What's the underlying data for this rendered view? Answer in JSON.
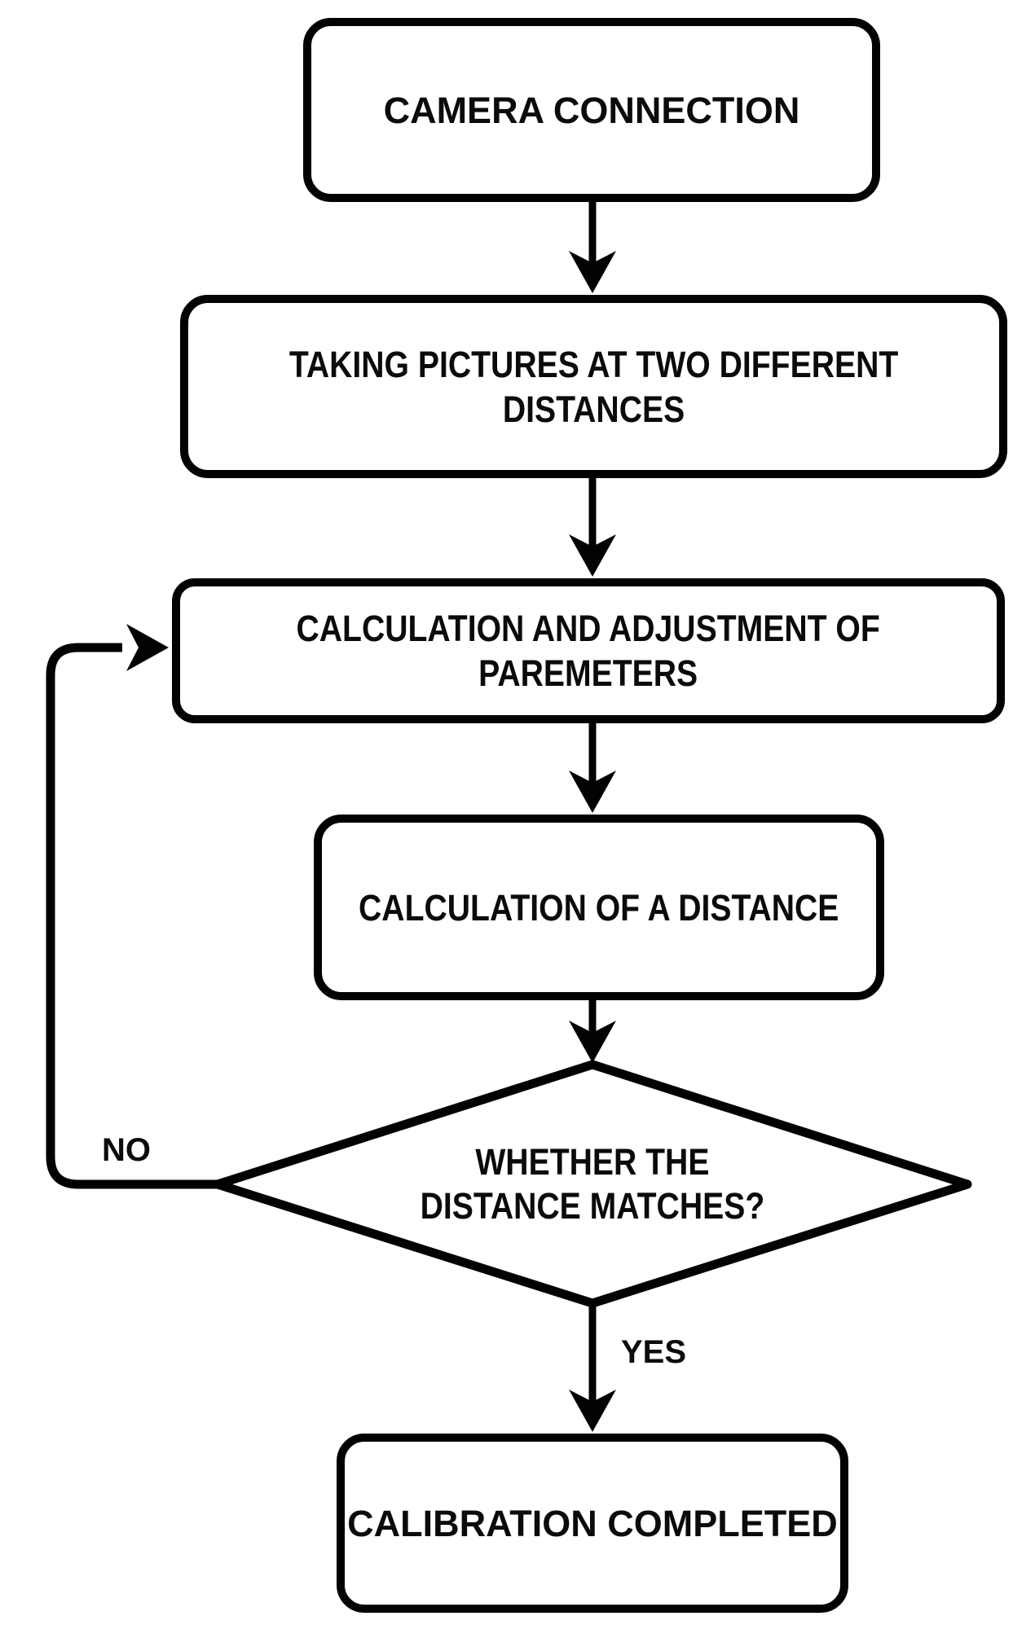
{
  "diagram": {
    "type": "flowchart",
    "background": "#ffffff",
    "line_color": "#020202",
    "text_color": "#0b0b0b",
    "nodes": [
      {
        "id": "camera-connection",
        "shape": "rounded-rectangle",
        "lines": [
          "CAMERA CONNECTION"
        ]
      },
      {
        "id": "taking-pictures",
        "shape": "rounded-rectangle",
        "lines": [
          "TAKING PICTURES AT TWO DIFFERENT",
          "DISTANCES"
        ]
      },
      {
        "id": "calculation-adjustment",
        "shape": "rounded-rectangle",
        "lines": [
          "CALCULATION AND ADJUSTMENT OF",
          "PAREMETERS"
        ]
      },
      {
        "id": "calculation-distance",
        "shape": "rounded-rectangle",
        "lines": [
          "CALCULATION OF A DISTANCE"
        ]
      },
      {
        "id": "whether-distance-matches",
        "shape": "diamond",
        "lines": [
          "WHETHER THE",
          "DISTANCE MATCHES?"
        ]
      },
      {
        "id": "calibration-completed",
        "shape": "rounded-rectangle",
        "lines": [
          "CALIBRATION COMPLETED"
        ]
      }
    ],
    "edges": [
      {
        "from": "camera-connection",
        "to": "taking-pictures",
        "label": ""
      },
      {
        "from": "taking-pictures",
        "to": "calculation-adjustment",
        "label": ""
      },
      {
        "from": "calculation-adjustment",
        "to": "calculation-distance",
        "label": ""
      },
      {
        "from": "calculation-distance",
        "to": "whether-distance-matches",
        "label": ""
      },
      {
        "from": "whether-distance-matches",
        "to": "calculation-adjustment",
        "label": "NO"
      },
      {
        "from": "whether-distance-matches",
        "to": "calibration-completed",
        "label": "YES"
      }
    ],
    "labels": {
      "no": "NO",
      "yes": "YES"
    }
  }
}
